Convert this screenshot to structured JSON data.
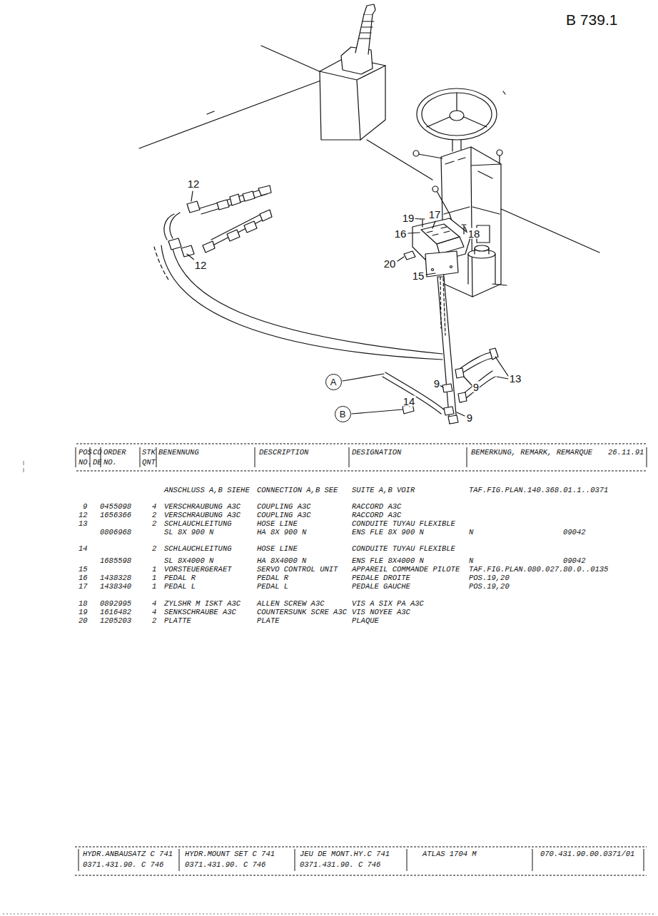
{
  "diagram": {
    "title": "B 739.1",
    "nodes": [
      {
        "text": [
          "A"
        ]
      },
      {
        "text": [
          "B"
        ]
      }
    ],
    "labels": [
      "12",
      "12",
      "19",
      "17",
      "16",
      "18",
      "20",
      "15",
      "13",
      "9",
      "9",
      "9",
      "14",
      "POS",
      "CO",
      "ORDER",
      "STK",
      "BENENNUNG",
      "DESCRIPTION",
      "DESIGNATION",
      "BEMERKUNG, REMARK, REMARQUE",
      "26.11.91",
      "NO.",
      "DE",
      "NO.",
      "QNT",
      "ANSCHLUSS A,B SIEHE",
      "CONNECTION A,B SEE",
      "SUITE A,B VOIR",
      "TAF.FIG.PLAN.140.368.01.1..0371",
      "9",
      "0455098",
      "4",
      "VERSCHRAUBUNG A3C",
      "COUPLING A3C",
      "RACCORD A3C",
      "12",
      "1656366",
      "2",
      "VERSCHRAUBUNG A3C",
      "COUPLING A3C",
      "RACCORD A3C",
      "13",
      "2",
      "SCHLAUCHLEITUNG",
      "HOSE LINE",
      "CONDUITE TUYAU FLEXIBLE",
      "0806968",
      "SL 8X 900 N",
      "HA 8X 900 N",
      "ENS FLE 8X 900 N",
      "N",
      "09042",
      "14",
      "2",
      "SCHLAUCHLEITUNG",
      "HOSE LINE",
      "CONDUITE TUYAU FLEXIBLE",
      "1685598",
      "SL 8X4000 N",
      "HA 8X4000 N",
      "ENS FLE 8X4000 N",
      "N",
      "09042",
      "15",
      "1",
      "VORSTEUERGERAET",
      "SERVO CONTROL UNIT",
      "APPAREIL COMMANDE PILOTE",
      "TAF.FIG.PLAN.080.027.80.0..0135",
      "16",
      "1438328",
      "1",
      "PEDAL R",
      "PEDAL R",
      "PEDALE DROITE",
      "POS.19,20",
      "17",
      "1438340",
      "1",
      "PEDAL L",
      "PEDAL L",
      "PEDALE GAUCHE",
      "POS.19,20",
      "18",
      "0892995",
      "4",
      "ZYLSHR M ISKT A3C",
      "ALLEN SCREW A3C",
      "VIS A SIX PA A3C",
      "19",
      "1616482",
      "4",
      "SENKSCHRAUBE A3C",
      "COUNTERSUNK SCRE A3C",
      "VIS NOYEE A3C",
      "20",
      "1205203",
      "2",
      "PLATTE",
      "PLATE",
      "PLAQUE",
      "HYDR.ANBAUSATZ C 741",
      "HYDR.MOUNT SET C 741",
      "JEU DE MONT.HY.C 741",
      "ATLAS 1704 M",
      "070.431.90.00.0371/01",
      "0371.431.90. C 746",
      "0371.431.90. C 746",
      "0371.431.90. C 746"
    ]
  }
}
